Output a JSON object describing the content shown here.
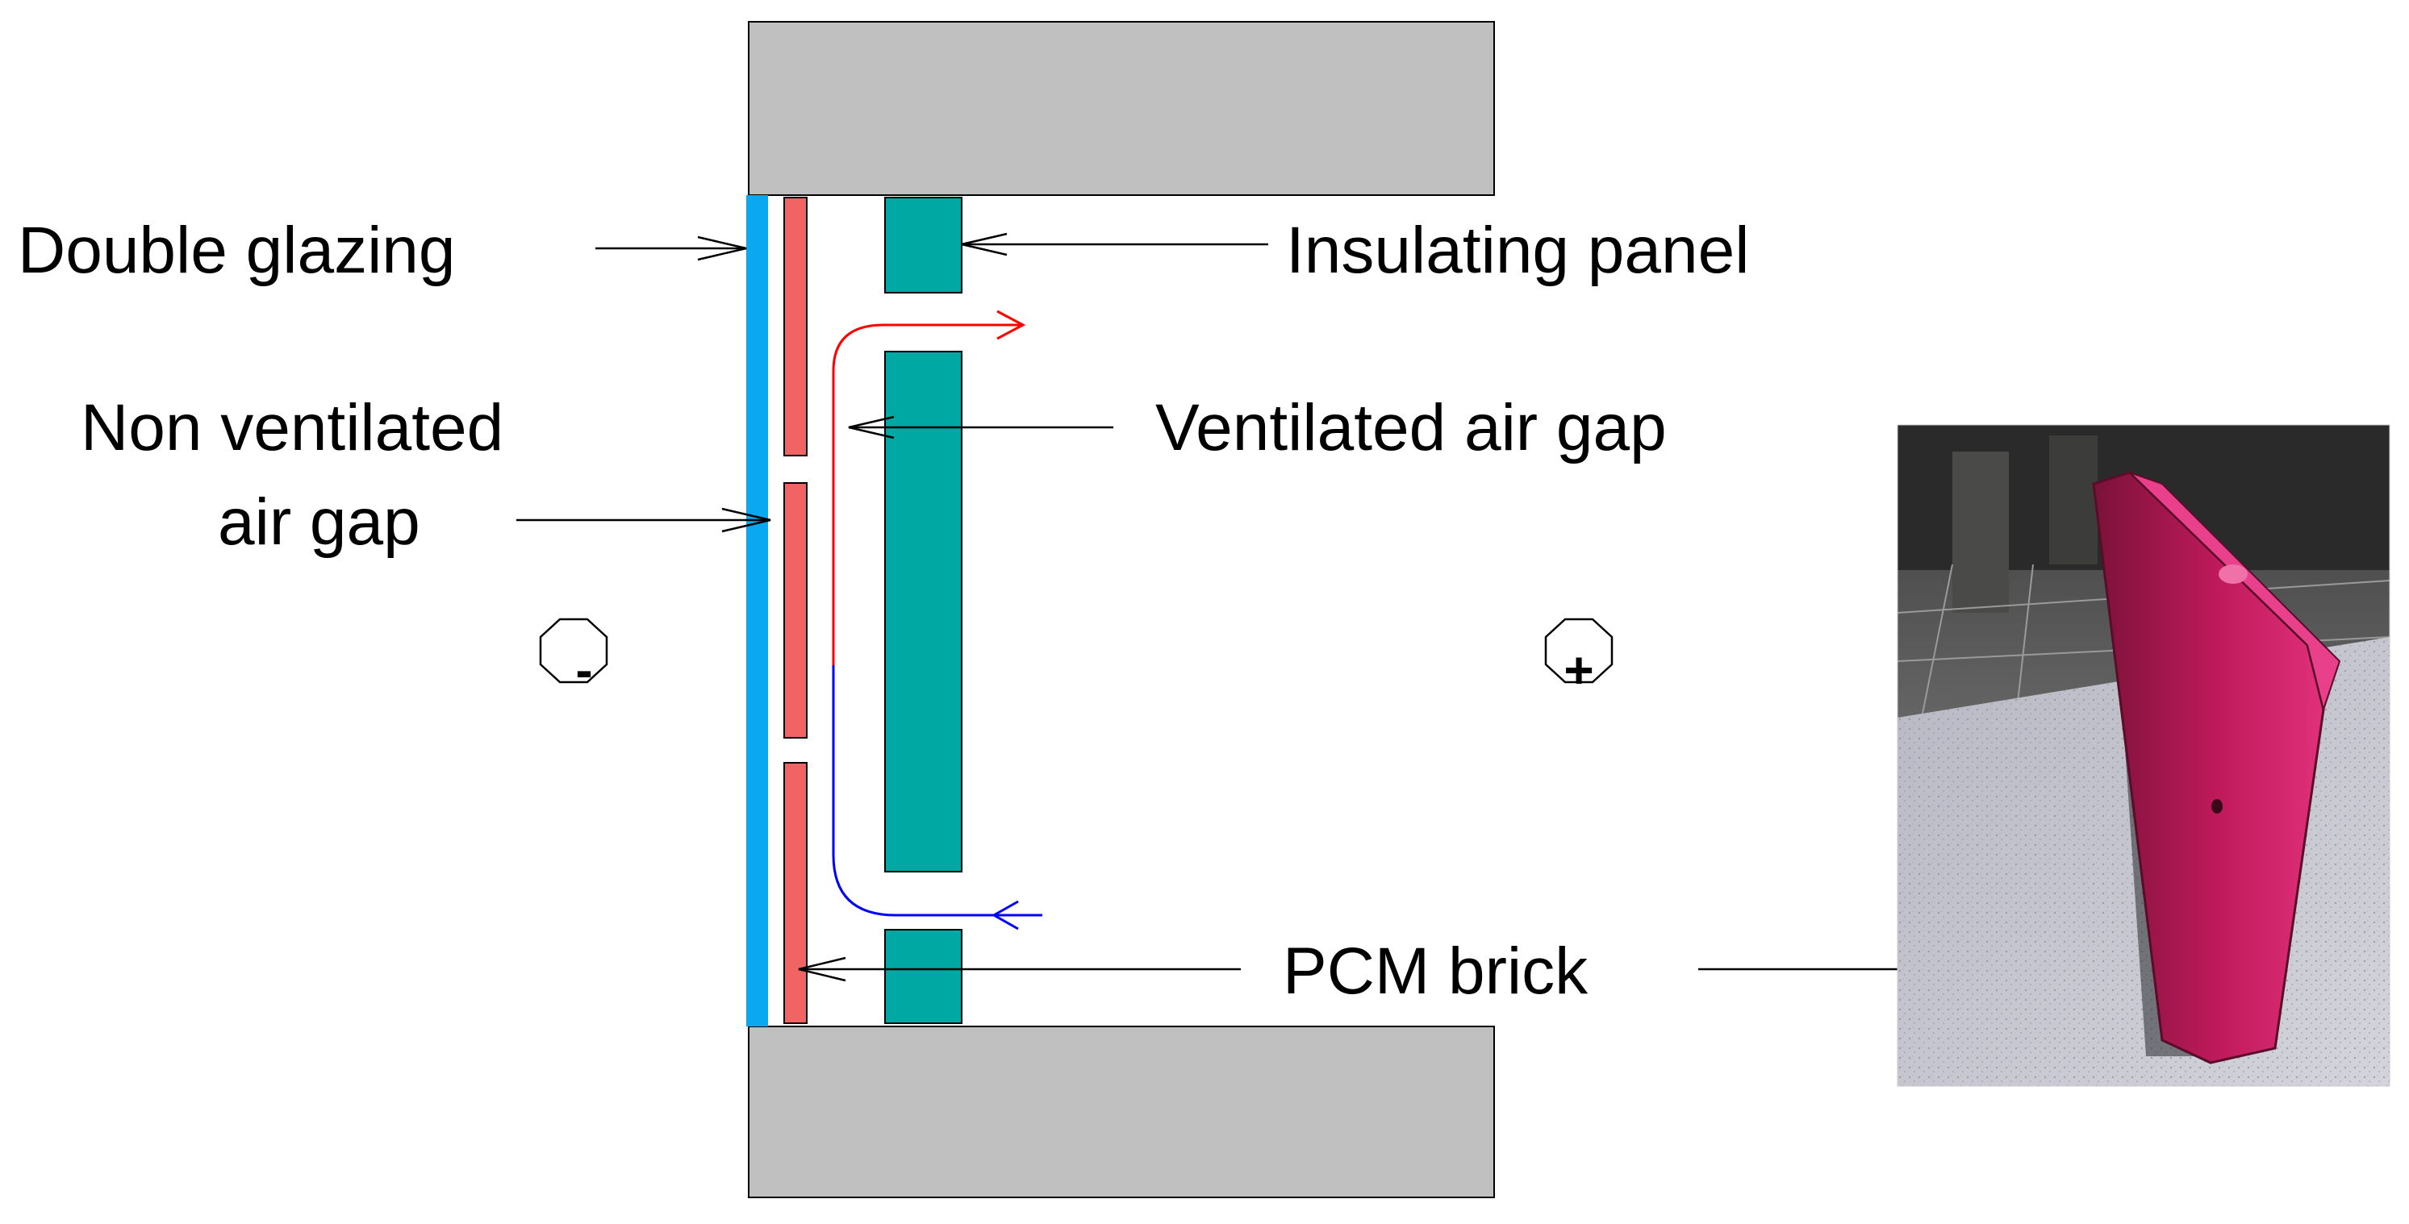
{
  "labels": {
    "double_glazing": "Double glazing",
    "insulating_panel": "Insulating panel",
    "non_ventilated_line1": "Non ventilated",
    "non_ventilated_line2": "air gap",
    "ventilated_air_gap": "Ventilated air gap",
    "pcm_brick": "PCM brick"
  },
  "symbols": {
    "outside": "-",
    "inside": "+"
  },
  "colors": {
    "wall": "#c0c0c0",
    "glazing": "#0aa8f0",
    "pcm_brick": "#f06464",
    "insulating_panel": "#00a8a4",
    "warm_air": "#ff0000",
    "cold_air": "#0000ff",
    "photo_brick": "#d81e6a"
  }
}
